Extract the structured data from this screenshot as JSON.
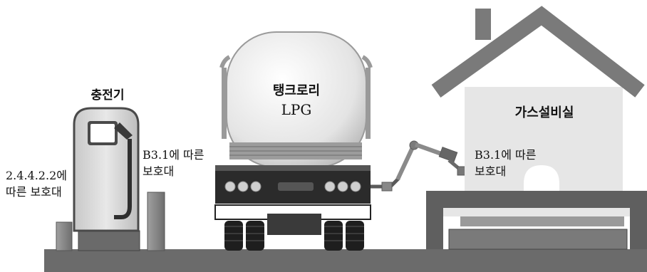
{
  "labels": {
    "dispenser_title": "충전기",
    "guard_left_line1": "2.4.4.2.2에",
    "guard_left_line2": "따른 보호대",
    "guard_b31_line1": "B3.1에 따른",
    "guard_b31_line2": "보호대",
    "tanker_line1": "탱크로리",
    "tanker_line2": "LPG",
    "gas_room_title": "가스설비실",
    "guard_right_line1": "B3.1에 따른",
    "guard_right_line2": "보호대"
  },
  "colors": {
    "ground": "#6b6b6b",
    "dispenser_body": "#d9d9d9",
    "dispenser_outline": "#4a4a4a",
    "tank_fill": "#eeeeee",
    "truck_dark": "#2b2b2b",
    "house_wall": "#e6e6e6",
    "house_roof": "#7a7a7a",
    "platform": "#5f5f5f",
    "guard_post": "#8c8c8c"
  }
}
